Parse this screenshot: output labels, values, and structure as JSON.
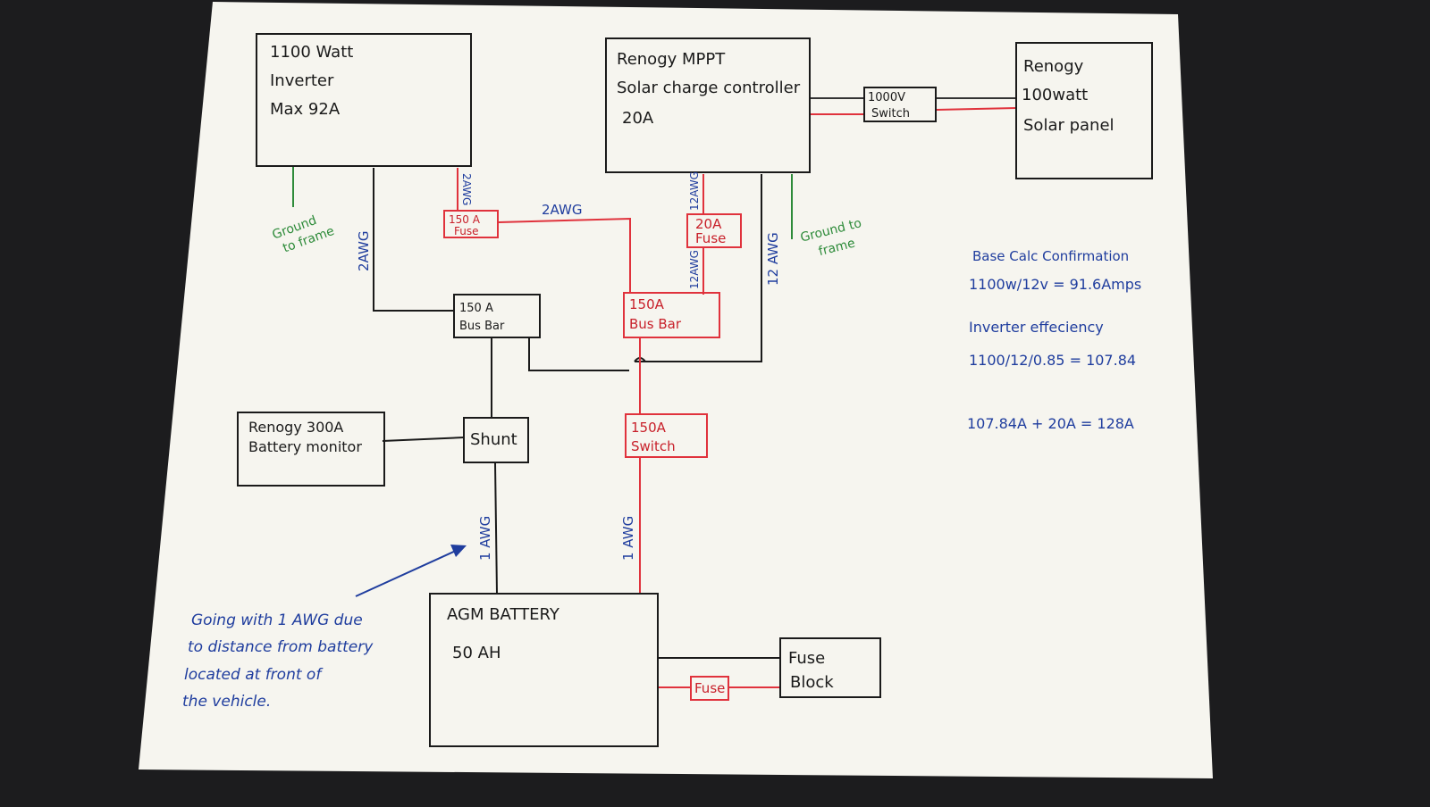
{
  "colors": {
    "background": "#1c1c1e",
    "paper": "#f6f5ef",
    "ink": "#1a1a1a",
    "positive_wire": "#e0323c",
    "wire_label": "#1f3d9e",
    "ground": "#2e8b3a"
  },
  "inverter": {
    "line1": "1100 Watt",
    "line2": "Inverter",
    "line3": "Max 92A"
  },
  "charge_controller": {
    "line1": "Renogy MPPT",
    "line2": "Solar charge controller",
    "line3": "20A"
  },
  "solar_panel": {
    "line1": "Renogy",
    "line2": "100watt",
    "line3": "Solar panel"
  },
  "solar_switch": {
    "line1": "1000V",
    "line2": "Switch"
  },
  "inverter_fuse": {
    "line1": "150 A",
    "line2": "Fuse"
  },
  "controller_fuse": {
    "line1": "20A",
    "line2": "Fuse"
  },
  "neg_bus_bar": {
    "line1": "150 A",
    "line2": "Bus Bar"
  },
  "pos_bus_bar": {
    "line1": "150A",
    "line2": "Bus Bar"
  },
  "main_switch": {
    "line1": "150A",
    "line2": "Switch"
  },
  "battery_monitor": {
    "line1": "Renogy 300A",
    "line2": "Battery monitor"
  },
  "shunt": {
    "label": "Shunt"
  },
  "battery": {
    "line1": "AGM BATTERY",
    "line2": "50 AH"
  },
  "fuse_block": {
    "line1": "Fuse",
    "line2": "Block"
  },
  "fuse_block_fuse": {
    "label": "Fuse"
  },
  "wire_labels": {
    "inverter_pos_short": "2AWG",
    "fuse_to_bus": "2AWG",
    "inverter_neg": "2AWG",
    "controller_to_fuse": "12AWG",
    "fuse_to_pos_bus": "12AWG",
    "controller_neg": "12 AWG",
    "shunt_to_battery": "1 AWG",
    "switch_to_battery": "1 AWG"
  },
  "ground_labels": {
    "inverter_line1": "Ground",
    "inverter_line2": "to frame",
    "controller_line1": "Ground to",
    "controller_line2": "frame"
  },
  "note": {
    "line1": "Going with 1 AWG due",
    "line2": "to distance from battery",
    "line3": "located at front of",
    "line4": "the vehicle."
  },
  "calculations": {
    "title": "Base Calc Confirmation",
    "line1": "1100w/12v = 91.6Amps",
    "line2": "Inverter effeciency",
    "line3": "1100/12/0.85 = 107.84",
    "line4": "107.84A + 20A = 128A"
  }
}
